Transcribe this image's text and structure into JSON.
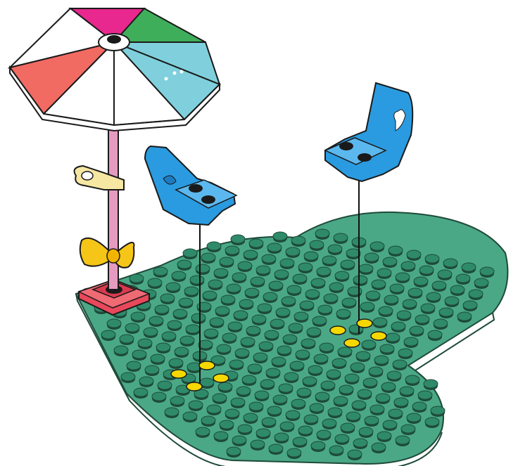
{
  "illustration": {
    "umbrella": {
      "canopy_colors": [
        "#e8288e",
        "#3fae5a",
        "#7fd0dc",
        "#ffffff",
        "#ffffff",
        "#f26b63",
        "#ffffff",
        "#ffffff"
      ],
      "pole_color": "#e59ac0",
      "base_color": "#e8485a",
      "clip_color": "#f6e7a2",
      "bow_color": "#f5c518"
    },
    "chairs": {
      "count": 2,
      "color": "#2a9be0"
    },
    "baseplate": {
      "shape": "heart",
      "color": "#3a9a78",
      "stud_color": "#2f8a6a"
    },
    "target_studs": {
      "count": 8,
      "color": "#f5d800"
    },
    "icons": [
      "mermaid-icon",
      "heart-icon",
      "bow-icon"
    ]
  }
}
